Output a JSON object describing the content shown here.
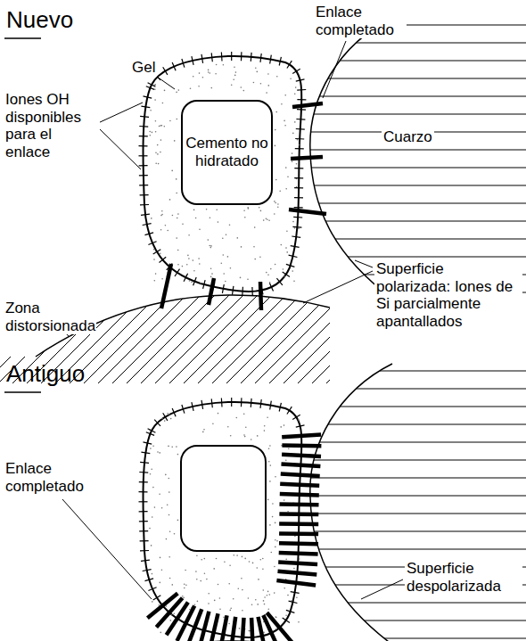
{
  "diagram": {
    "nodes": [
      {
        "text": [
          "Cemento no hidratado"
        ]
      }
    ],
    "labels": [
      "Nuevo",
      "Enlace completado",
      "Gel",
      "Iones OH disponibles para el enlace",
      "Cuarzo",
      "Zona distorsionada",
      "Superficie polarizada: Iones de Si parcialmente apantallados",
      "Antiguo",
      "Enlace completado",
      "Superficie despolarizada"
    ]
  }
}
